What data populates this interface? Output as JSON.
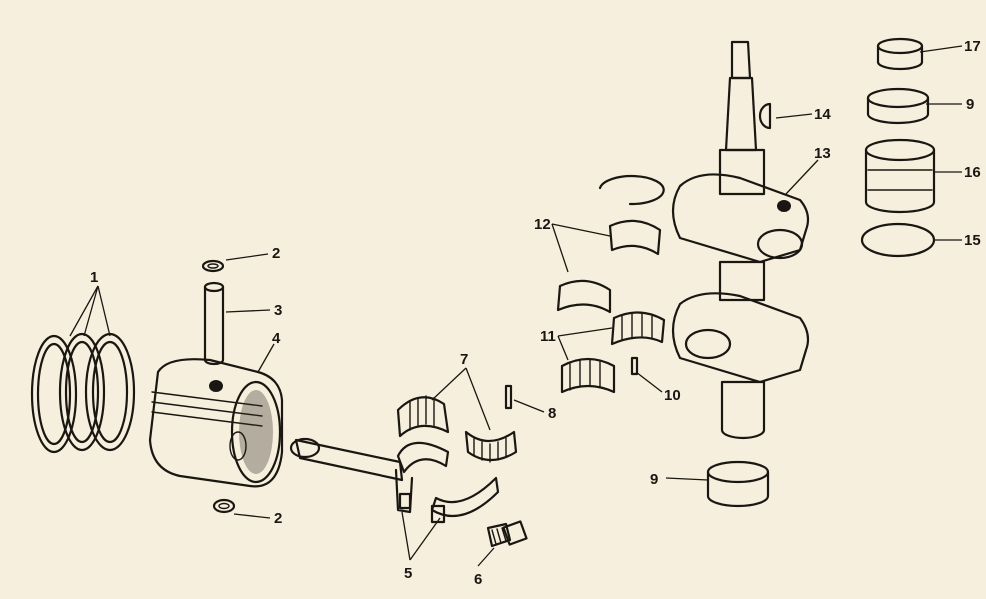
{
  "callouts": [
    {
      "id": "c1",
      "text": "1"
    },
    {
      "id": "c2a",
      "text": "2"
    },
    {
      "id": "c2b",
      "text": "2"
    },
    {
      "id": "c3",
      "text": "3"
    },
    {
      "id": "c4",
      "text": "4"
    },
    {
      "id": "c5",
      "text": "5"
    },
    {
      "id": "c6",
      "text": "6"
    },
    {
      "id": "c7",
      "text": "7"
    },
    {
      "id": "c8",
      "text": "8"
    },
    {
      "id": "c9a",
      "text": "9"
    },
    {
      "id": "c9b",
      "text": "9"
    },
    {
      "id": "c10",
      "text": "10"
    },
    {
      "id": "c11",
      "text": "11"
    },
    {
      "id": "c12",
      "text": "12"
    },
    {
      "id": "c13",
      "text": "13"
    },
    {
      "id": "c14",
      "text": "14"
    },
    {
      "id": "c15",
      "text": "15"
    },
    {
      "id": "c16",
      "text": "16"
    },
    {
      "id": "c17",
      "text": "17"
    }
  ],
  "colors": {
    "paper": "#f6efdd",
    "ink": "#1a1612"
  }
}
